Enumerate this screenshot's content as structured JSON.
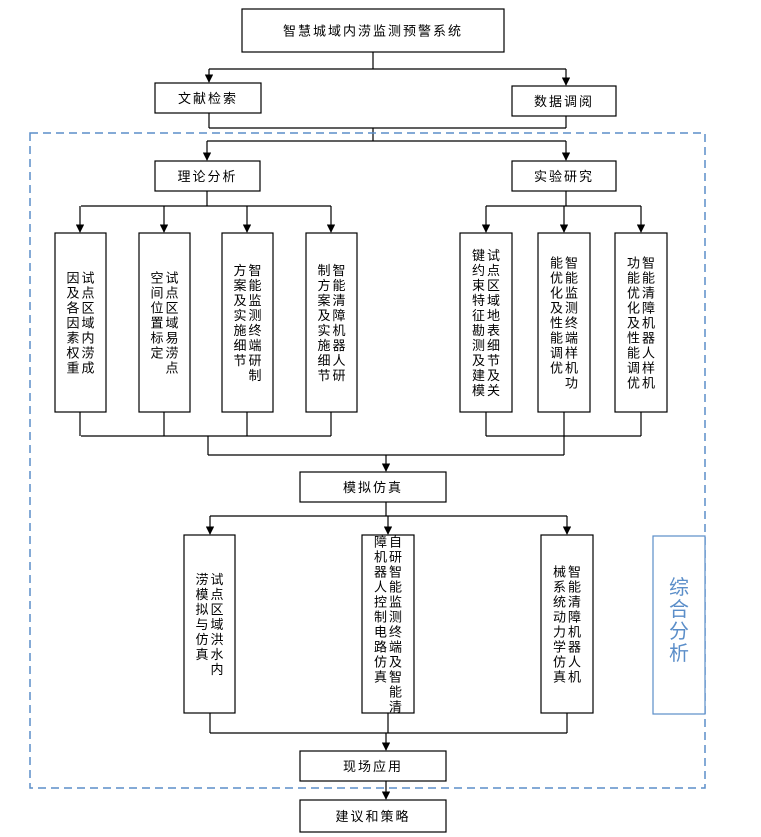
{
  "colors": {
    "line": "#000000",
    "dashed_border": "#5b8ec9",
    "side_label": "#5b8ec9"
  },
  "nodes": {
    "top": "智慧城域内涝监测预警系统",
    "literature": "文献检索",
    "data": "数据调阅",
    "theory": "理论分析",
    "experiment": "实验研究",
    "simulation": "模拟仿真",
    "field": "现场应用",
    "advice": "建议和策略"
  },
  "theory_boxes": [
    "试点区域内涝成因及各因素权重",
    "试点区域易涝点空间位置标定",
    "智能监测终端研制方案及实施细节",
    "智能清障机器人研制方案及实施细节"
  ],
  "experiment_boxes": [
    "试点区域地表细节及关键约束特征勘测及建模",
    "智能监测终端样机功能优化及性能调优",
    "智能清障机器人样机功能优化及性能调优"
  ],
  "simulation_boxes": [
    "试点区域洪水内涝模拟与仿真",
    "自研智能监测终端及智能清障机器人控制电路仿真",
    "智能清障机器人机械系统动力学仿真"
  ],
  "side_label": "综合分析"
}
